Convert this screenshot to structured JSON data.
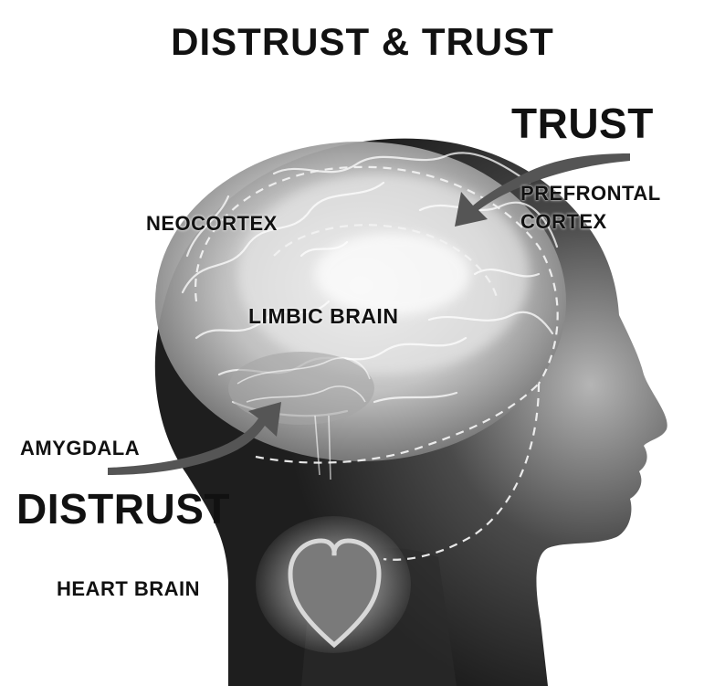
{
  "title": "DISTRUST & TRUST",
  "labels": {
    "trust": "TRUST",
    "distrust": "DISTRUST",
    "neocortex": "NEOCORTEX",
    "prefrontal_line1": "PREFRONTAL",
    "prefrontal_line2": "CORTEX",
    "limbic": "LIMBIC BRAIN",
    "amygdala": "AMYGDALA",
    "heart": "HEART BRAIN"
  },
  "colors": {
    "head_dark": "#1c1c1c",
    "head_light": "#9a9a9a",
    "brain_glow": "#e6e6e6",
    "arrow": "#555555",
    "heart_fill": "#7a7a7a",
    "dashed_line": "#f2f2f2"
  }
}
